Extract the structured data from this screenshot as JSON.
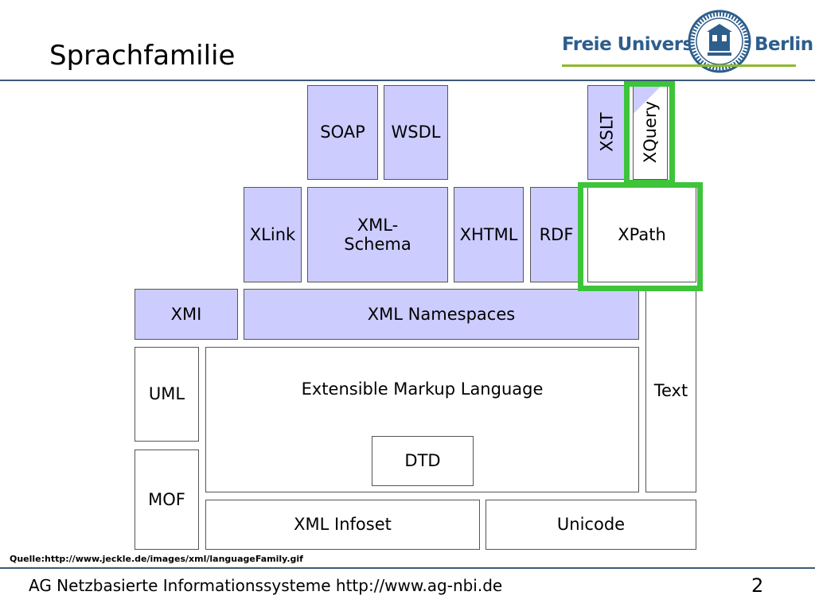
{
  "slide": {
    "title": "Sprachfamilie",
    "source": "Quelle:http://www.jeckle.de/images/xml/languageFamily.gif",
    "footer": "AG Netzbasierte Informationssysteme http://www.ag-nbi.de",
    "page_number": "2"
  },
  "logo": {
    "left_text": "Freie Universität",
    "right_text": "Berlin",
    "text_color": "#2d5e8c",
    "accent_color": "#8db92e"
  },
  "colors": {
    "blue_box": "#ccccff",
    "highlight": "#3dc43a",
    "rule": "#3d5a78"
  },
  "diagram": {
    "boxes": {
      "soap": "SOAP",
      "wsdl": "WSDL",
      "xslt": "XSLT",
      "xquery": "XQuery",
      "xlink": "XLink",
      "xml_schema_line1": "XML-",
      "xml_schema_line2": "Schema",
      "xhtml": "XHTML",
      "rdf": "RDF",
      "xpath": "XPath",
      "xmi": "XMI",
      "xml_namespaces": "XML Namespaces",
      "text": "Text",
      "uml": "UML",
      "mof": "MOF",
      "extensible_markup_language": "Extensible Markup Language",
      "dtd": "DTD",
      "xml_infoset": "XML Infoset",
      "unicode": "Unicode"
    },
    "highlighted": [
      "XQuery",
      "XPath"
    ]
  }
}
